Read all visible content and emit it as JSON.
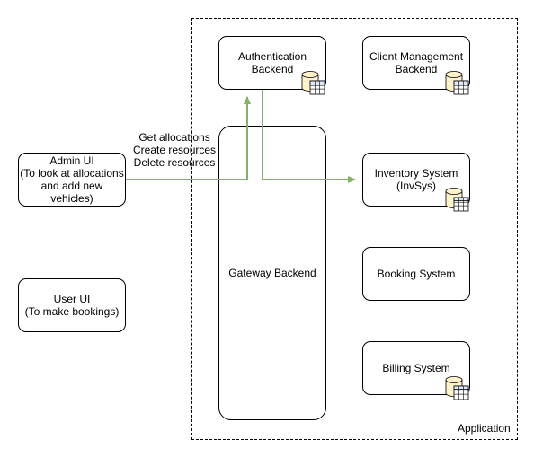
{
  "application_label": "Application",
  "nodes": {
    "admin_ui": "Admin UI\n(To look at allocations\nand add new\nvehicles)",
    "user_ui": "User UI\n(To make bookings)",
    "auth_backend": "Authentication\nBackend",
    "client_backend": "Client Management\nBackend",
    "gateway": "Gateway Backend",
    "inventory": "Inventory System\n(InvSys)",
    "booking": "Booking System",
    "billing": "Billing System"
  },
  "edge_label": "Get allocations\nCreate resources\nDelete resources",
  "colors": {
    "arrow": "#82b366",
    "db_fill": "#fff2cc",
    "db_stroke": "#000000"
  },
  "icons": [
    "database-icon"
  ]
}
